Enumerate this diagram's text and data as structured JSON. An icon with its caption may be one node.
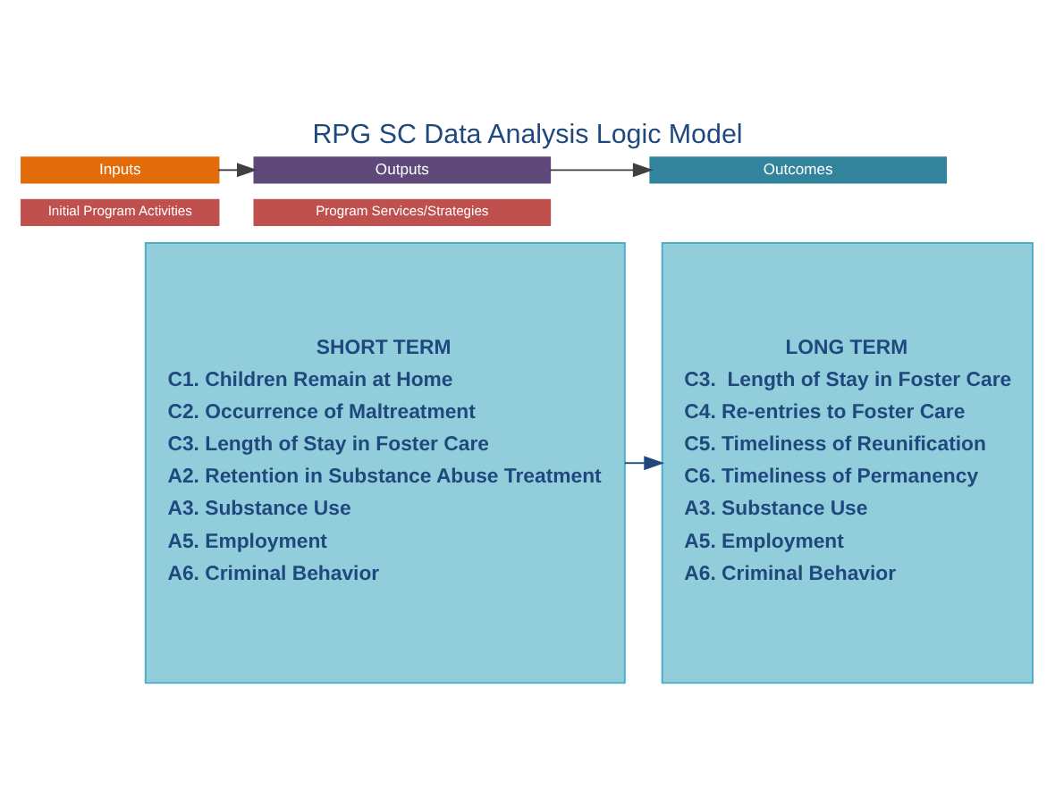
{
  "diagram": {
    "title": "RPG SC Data Analysis Logic Model",
    "nodes": [
      {
        "text": [
          "Inputs"
        ]
      },
      {
        "text": [
          "Outputs"
        ]
      },
      {
        "text": [
          "Outcomes"
        ]
      },
      {
        "text": [
          "Initial Program Activities"
        ]
      },
      {
        "text": [
          "Program Services/Strategies"
        ]
      },
      {
        "text": [
          "SHORT TERM",
          "C1. Children Remain at Home",
          "C2. Occurrence of Maltreatment",
          "C3. Length of Stay in Foster Care",
          "A2. Retention in Substance Abuse Treatment",
          "A3. Substance Use",
          "A5. Employment",
          "A6. Criminal Behavior"
        ]
      },
      {
        "text": [
          "LONG TERM",
          "C3.  Length of Stay in Foster Care",
          "C4. Re-entries to Foster Care",
          "C5. Timeliness of Reunification",
          "C6. Timeliness of Permanency",
          "A3. Substance Use",
          "A5. Employment",
          "A6. Criminal Behavior"
        ]
      }
    ],
    "edges": [
      {
        "from": 0,
        "to": 1,
        "arrow": "to"
      },
      {
        "from": 1,
        "to": 2,
        "arrow": "to"
      },
      {
        "from": 5,
        "to": 6,
        "arrow": "to",
        "color": "#1f497d"
      }
    ]
  }
}
